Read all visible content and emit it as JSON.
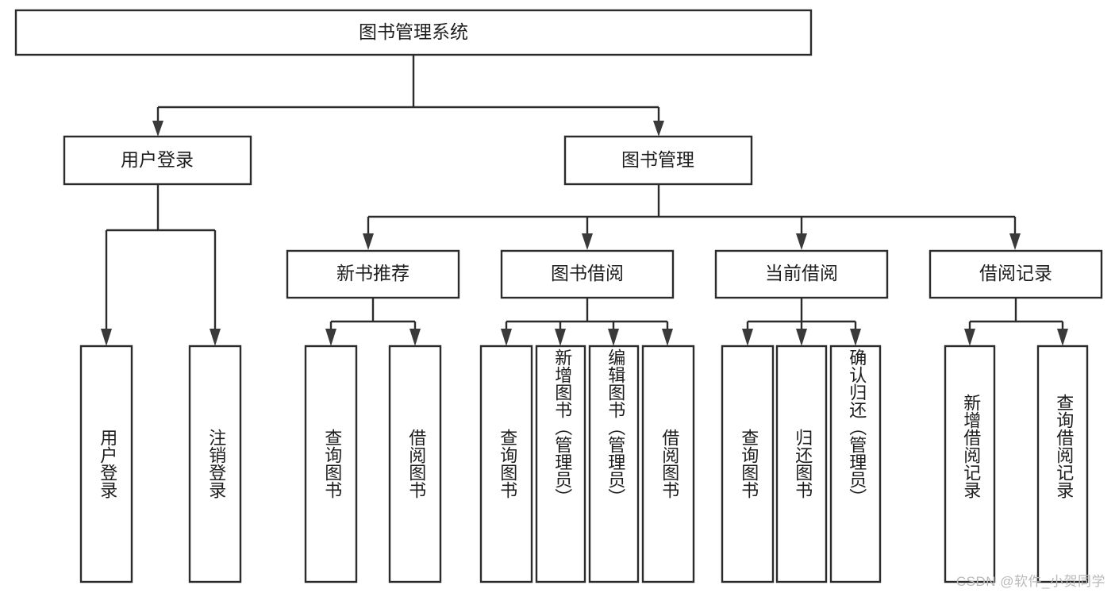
{
  "diagram": {
    "type": "tree-hierarchy",
    "title": "图书管理系统",
    "watermark": "CSDN @软件_小贺同学",
    "colors": {
      "background": "#ffffff",
      "stroke": "#2b2b2b",
      "text": "#1d1d1d",
      "arrow": "#3a3a3a",
      "watermark": "#b9b9b9"
    },
    "nodes": {
      "root": {
        "label": "图书管理系统",
        "orientation": "horizontal"
      },
      "level2": [
        {
          "id": "user-login",
          "label": "用户登录",
          "orientation": "horizontal"
        },
        {
          "id": "book-manage",
          "label": "图书管理",
          "orientation": "horizontal"
        }
      ],
      "level3": [
        {
          "id": "new-book-recommend",
          "label": "新书推荐",
          "orientation": "horizontal"
        },
        {
          "id": "book-borrow",
          "label": "图书借阅",
          "orientation": "horizontal"
        },
        {
          "id": "current-borrow",
          "label": "当前借阅",
          "orientation": "horizontal"
        },
        {
          "id": "borrow-record",
          "label": "借阅记录",
          "orientation": "horizontal"
        }
      ],
      "leaves": [
        {
          "id": "leaf-user-login",
          "label": "用户登录",
          "parent": "user-login",
          "orientation": "vertical"
        },
        {
          "id": "leaf-user-logout",
          "label": "注销登录",
          "parent": "user-login",
          "orientation": "vertical"
        },
        {
          "id": "leaf-query-book-1",
          "label": "查询图书",
          "parent": "new-book-recommend",
          "orientation": "vertical"
        },
        {
          "id": "leaf-borrow-book-1",
          "label": "借阅图书",
          "parent": "new-book-recommend",
          "orientation": "vertical"
        },
        {
          "id": "leaf-query-book-2",
          "label": "查询图书",
          "parent": "book-borrow",
          "orientation": "vertical"
        },
        {
          "id": "leaf-add-book",
          "label": "新增图书（管理员）",
          "parent": "book-borrow",
          "orientation": "vertical"
        },
        {
          "id": "leaf-edit-book",
          "label": "编辑图书（管理员）",
          "parent": "book-borrow",
          "orientation": "vertical"
        },
        {
          "id": "leaf-borrow-book-2",
          "label": "借阅图书",
          "parent": "book-borrow",
          "orientation": "vertical"
        },
        {
          "id": "leaf-query-book-3",
          "label": "查询图书",
          "parent": "current-borrow",
          "orientation": "vertical"
        },
        {
          "id": "leaf-return-book",
          "label": "归还图书",
          "parent": "current-borrow",
          "orientation": "vertical"
        },
        {
          "id": "leaf-confirm-return",
          "label": "确认归还（管理员）",
          "parent": "current-borrow",
          "orientation": "vertical"
        },
        {
          "id": "leaf-add-record",
          "label": "新增借阅记录",
          "parent": "borrow-record",
          "orientation": "vertical"
        },
        {
          "id": "leaf-query-record",
          "label": "查询借阅记录",
          "parent": "borrow-record",
          "orientation": "vertical"
        }
      ]
    }
  }
}
